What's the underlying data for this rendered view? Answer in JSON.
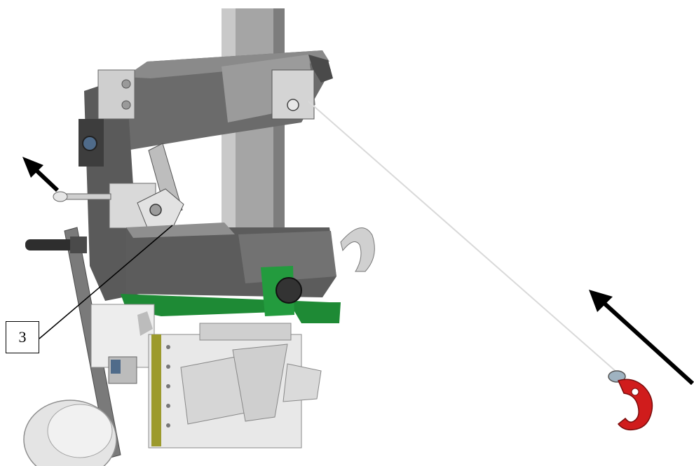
{
  "callout": {
    "label": "3"
  },
  "colors": {
    "background": "#ffffff",
    "machine_body": "#5a5a5a",
    "machine_light": "#bdbdbd",
    "column": "#9a9a9a",
    "green_plate": "#1e8a35",
    "yellow_strip": "#9c9a2c",
    "hook_red": "#d01c1c",
    "arrow": "#000000"
  },
  "icons": [
    "left-pull-arrow",
    "hook-pull-arrow",
    "lifting-hook",
    "callout-leader-line"
  ]
}
